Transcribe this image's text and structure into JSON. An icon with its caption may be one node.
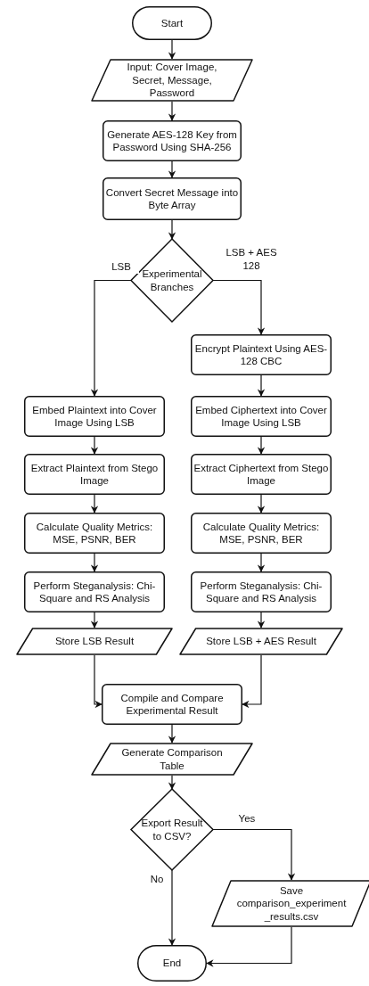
{
  "diagram": {
    "nodes": [
      {
        "text": [
          "Start"
        ]
      },
      {
        "text": [
          "Input: Cover Image, Secret, Message, Password"
        ]
      },
      {
        "text": [
          "Generate AES-128 Key from Password Using SHA-256"
        ]
      },
      {
        "text": [
          "Convert Secret Message into Byte Array"
        ]
      },
      {
        "text": [
          "Experimental Branches"
        ]
      },
      {
        "text": [
          "Encrypt Plaintext Using AES-128 CBC"
        ]
      },
      {
        "text": [
          "Embed Plaintext into Cover Image Using LSB"
        ]
      },
      {
        "text": [
          "Embed Ciphertext into Cover Image Using LSB"
        ]
      },
      {
        "text": [
          "Extract Plaintext from Stego Image"
        ]
      },
      {
        "text": [
          "Extract Ciphertext from Stego Image"
        ]
      },
      {
        "text": [
          "Calculate Quality Metrics: MSE, PSNR, BER"
        ]
      },
      {
        "text": [
          "Calculate Quality Metrics: MSE, PSNR, BER"
        ]
      },
      {
        "text": [
          "Perform Steganalysis: Chi-Square and RS Analysis"
        ]
      },
      {
        "text": [
          "Perform Steganalysis: Chi-Square and RS Analysis"
        ]
      },
      {
        "text": [
          "Store LSB Result"
        ]
      },
      {
        "text": [
          "Store LSB + AES Result"
        ]
      },
      {
        "text": [
          "Compile and Compare Experimental Result"
        ]
      },
      {
        "text": [
          "Generate Comparison Table"
        ]
      },
      {
        "text": [
          "Export Result to CSV?"
        ]
      },
      {
        "text": [
          "Save comparison_experiment _results.csv"
        ]
      },
      {
        "text": [
          "End"
        ]
      }
    ],
    "edges": [
      {
        "from": 0,
        "to": 1,
        "arrow": "to"
      },
      {
        "from": 1,
        "to": 2,
        "arrow": "to"
      },
      {
        "from": 2,
        "to": 3,
        "arrow": "to"
      },
      {
        "from": 3,
        "to": 4,
        "arrow": "to"
      },
      {
        "from": 4,
        "to": 6,
        "arrow": "to",
        "label": "LSB"
      },
      {
        "from": 4,
        "to": 5,
        "arrow": "to",
        "label": "LSB + AES 128"
      },
      {
        "from": 5,
        "to": 7,
        "arrow": "to"
      },
      {
        "from": 6,
        "to": 8,
        "arrow": "to"
      },
      {
        "from": 7,
        "to": 9,
        "arrow": "to"
      },
      {
        "from": 8,
        "to": 10,
        "arrow": "to"
      },
      {
        "from": 9,
        "to": 11,
        "arrow": "to"
      },
      {
        "from": 10,
        "to": 12,
        "arrow": "to"
      },
      {
        "from": 11,
        "to": 13,
        "arrow": "to"
      },
      {
        "from": 12,
        "to": 14,
        "arrow": "to"
      },
      {
        "from": 13,
        "to": 15,
        "arrow": "to"
      },
      {
        "from": 14,
        "to": 16,
        "arrow": "to"
      },
      {
        "from": 15,
        "to": 16,
        "arrow": "to"
      },
      {
        "from": 16,
        "to": 17,
        "arrow": "to"
      },
      {
        "from": 17,
        "to": 18,
        "arrow": "to"
      },
      {
        "from": 18,
        "to": 19,
        "arrow": "to",
        "label": "Yes"
      },
      {
        "from": 18,
        "to": 20,
        "arrow": "to",
        "label": "No"
      },
      {
        "from": 19,
        "to": 20,
        "arrow": "to"
      }
    ]
  }
}
